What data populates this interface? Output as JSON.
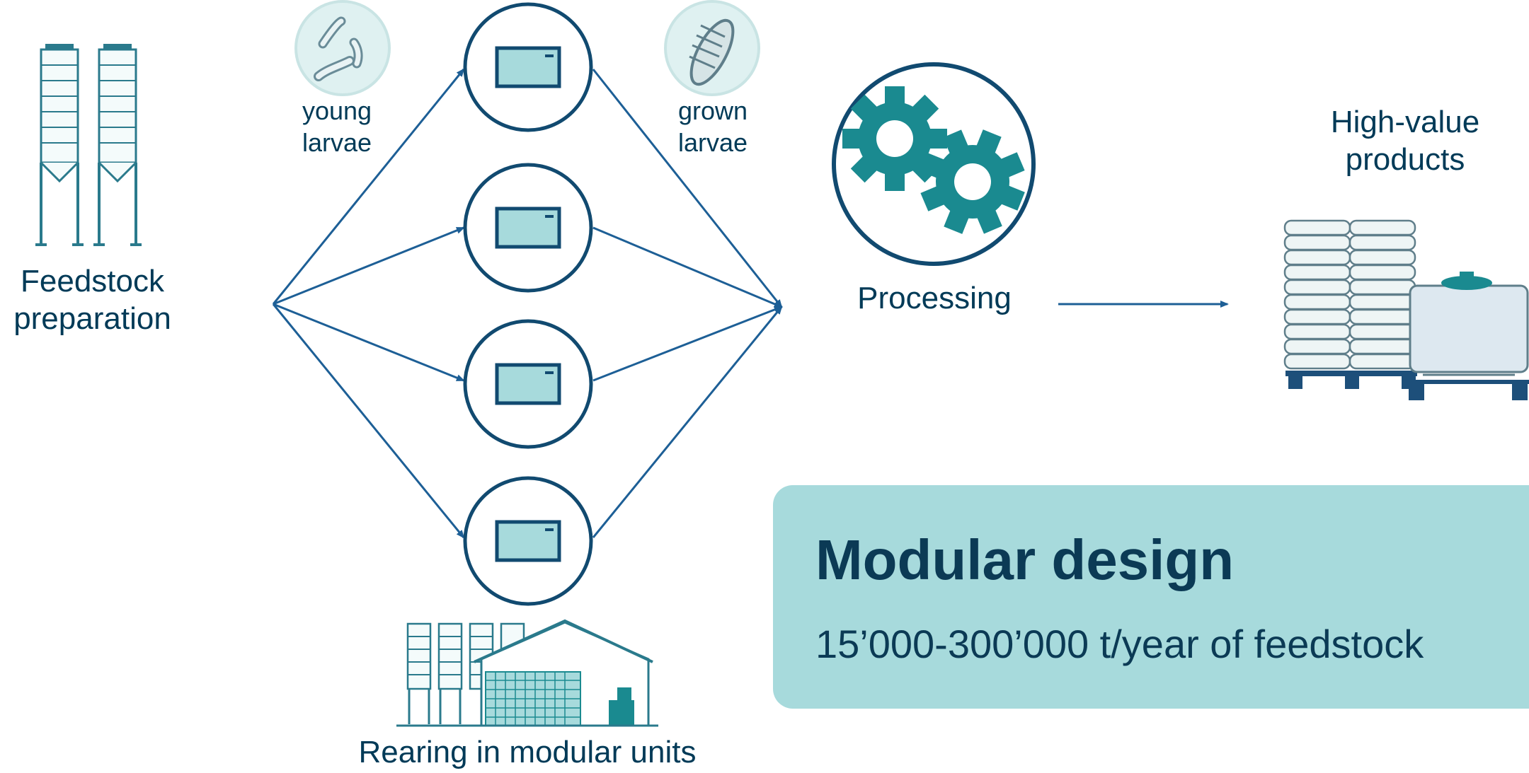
{
  "labels": {
    "feedstock": "Feedstock preparation",
    "young_larvae": "young larvae",
    "grown_larvae": "grown larvae",
    "processing": "Processing",
    "high_value": "High-value products",
    "rearing": "Rearing in modular units"
  },
  "box": {
    "title": "Modular design",
    "subtitle": "15’000-300’000 t/year of feedstock"
  },
  "colors": {
    "arrow": "#1d5f96",
    "node_ring": "#114a70",
    "teal_dark": "#1a8a90",
    "teal_light": "#a7dadc",
    "text": "#003a57"
  },
  "icons": {
    "silos": "silo-icon",
    "rearing_unit": "container-icon",
    "young_larvae": "larvae-icon",
    "grown_larvae": "grown-larva-icon",
    "processing": "gears-icon",
    "products": "pallet-and-tank-icon",
    "facility": "facility-icon"
  }
}
